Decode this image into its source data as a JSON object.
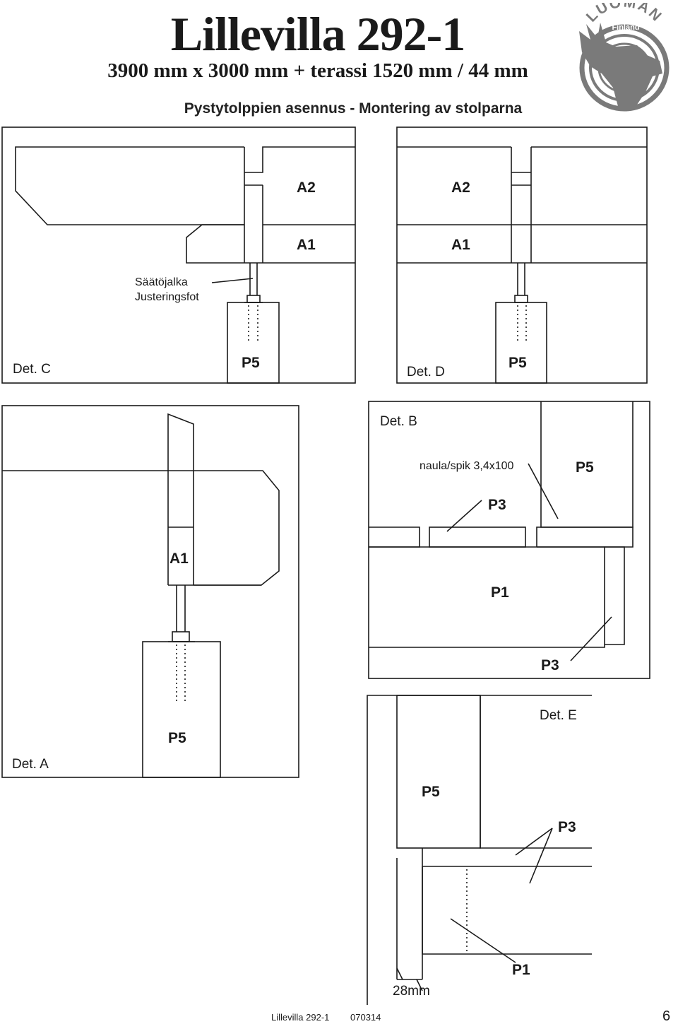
{
  "header": {
    "title": "Lillevilla 292-1",
    "subtitle": "3900 mm x 3000 mm + terassi 1520 mm / 44 mm",
    "heading": "Pystytolppien asennus - Montering av stolparna"
  },
  "logo": {
    "brand": "LUOMAN",
    "country": "Finland",
    "color": "#7a7a7a"
  },
  "detail_c": {
    "label": "Det. C",
    "top_part": "A2",
    "mid_part": "A1",
    "foot_part": "P5",
    "callout_fi": "Säätöjalka",
    "callout_sv": "Justeringsfot"
  },
  "detail_d": {
    "label": "Det. D",
    "top_part": "A2",
    "mid_part": "A1",
    "foot_part": "P5"
  },
  "detail_a": {
    "label": "Det. A",
    "mid_part": "A1",
    "foot_part": "P5"
  },
  "detail_b": {
    "label": "Det. B",
    "nail": "naula/spik 3,4x100",
    "post_part": "P5",
    "board_part": "P3",
    "beam_part": "P1",
    "bottom_part": "P3"
  },
  "detail_e": {
    "label": "Det. E",
    "post_part": "P5",
    "board_part": "P3",
    "beam_part": "P1",
    "dimension": "28mm"
  },
  "footer": {
    "doc_name": "Lillevilla 292-1",
    "code": "070314",
    "page": "6"
  },
  "colors": {
    "line": "#1a1a1a",
    "logo": "#7a7a7a"
  }
}
